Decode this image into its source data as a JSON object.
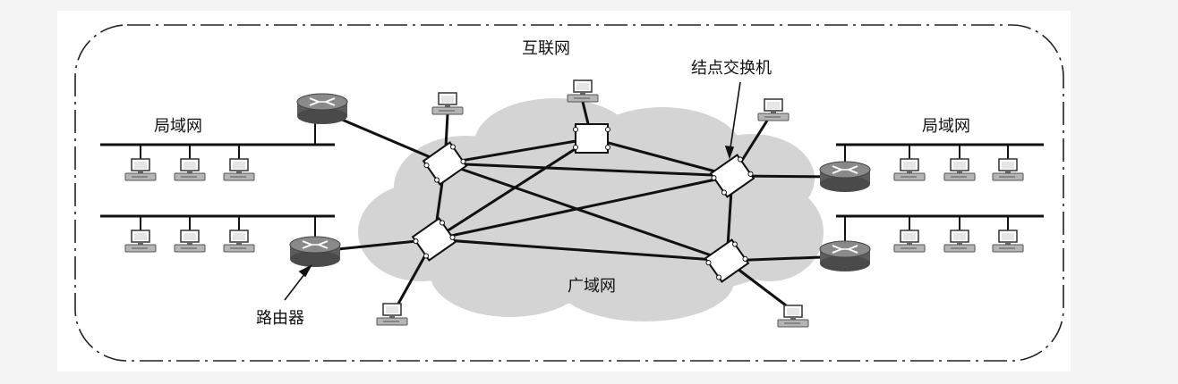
{
  "labels": {
    "internet": "互联网",
    "lan_left": "局域网",
    "lan_right": "局域网",
    "wan": "广域网",
    "node_switch": "结点交换机",
    "router": "路由器"
  },
  "colors": {
    "line": "#111111",
    "cloud": "#d4d4d4",
    "router_body": "#7a7a7a",
    "pc": "#b8b8b8"
  }
}
